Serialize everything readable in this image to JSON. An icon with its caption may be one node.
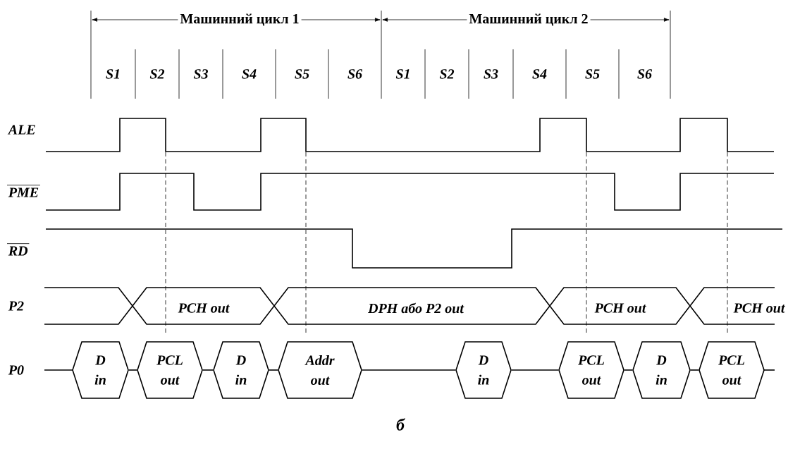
{
  "diagram": {
    "caption": "б",
    "nodes": [
      {
        "text": [
          "PCH out"
        ]
      },
      {
        "text": [
          "DPH або P2 out"
        ]
      },
      {
        "text": [
          "PCH out"
        ]
      },
      {
        "text": [
          "PCH out"
        ]
      },
      {
        "text": [
          "D in"
        ]
      },
      {
        "text": [
          "PCL out"
        ]
      },
      {
        "text": [
          "D in"
        ]
      },
      {
        "text": [
          "Addr out"
        ]
      },
      {
        "text": [
          "D in"
        ]
      },
      {
        "text": [
          "PCL out"
        ]
      },
      {
        "text": [
          "D in"
        ]
      },
      {
        "text": [
          "PCL out"
        ]
      }
    ],
    "edges": [
      {
        "from": 4,
        "to": 5,
        "arrow": "none"
      },
      {
        "from": 5,
        "to": 6,
        "arrow": "none"
      },
      {
        "from": 6,
        "to": 7,
        "arrow": "none"
      },
      {
        "from": 7,
        "to": 8,
        "arrow": "none"
      },
      {
        "from": 8,
        "to": 9,
        "arrow": "none"
      },
      {
        "from": 9,
        "to": 10,
        "arrow": "none"
      },
      {
        "from": 10,
        "to": 11,
        "arrow": "none"
      }
    ],
    "labels": [
      "Машинний цикл 1",
      "Машинний цикл 2",
      "S1",
      "S2",
      "S3",
      "S4",
      "S5",
      "S6",
      "S1",
      "S2",
      "S3",
      "S4",
      "S5",
      "S6",
      "ALE",
      "PME",
      "RD",
      "P2",
      "P0"
    ]
  }
}
